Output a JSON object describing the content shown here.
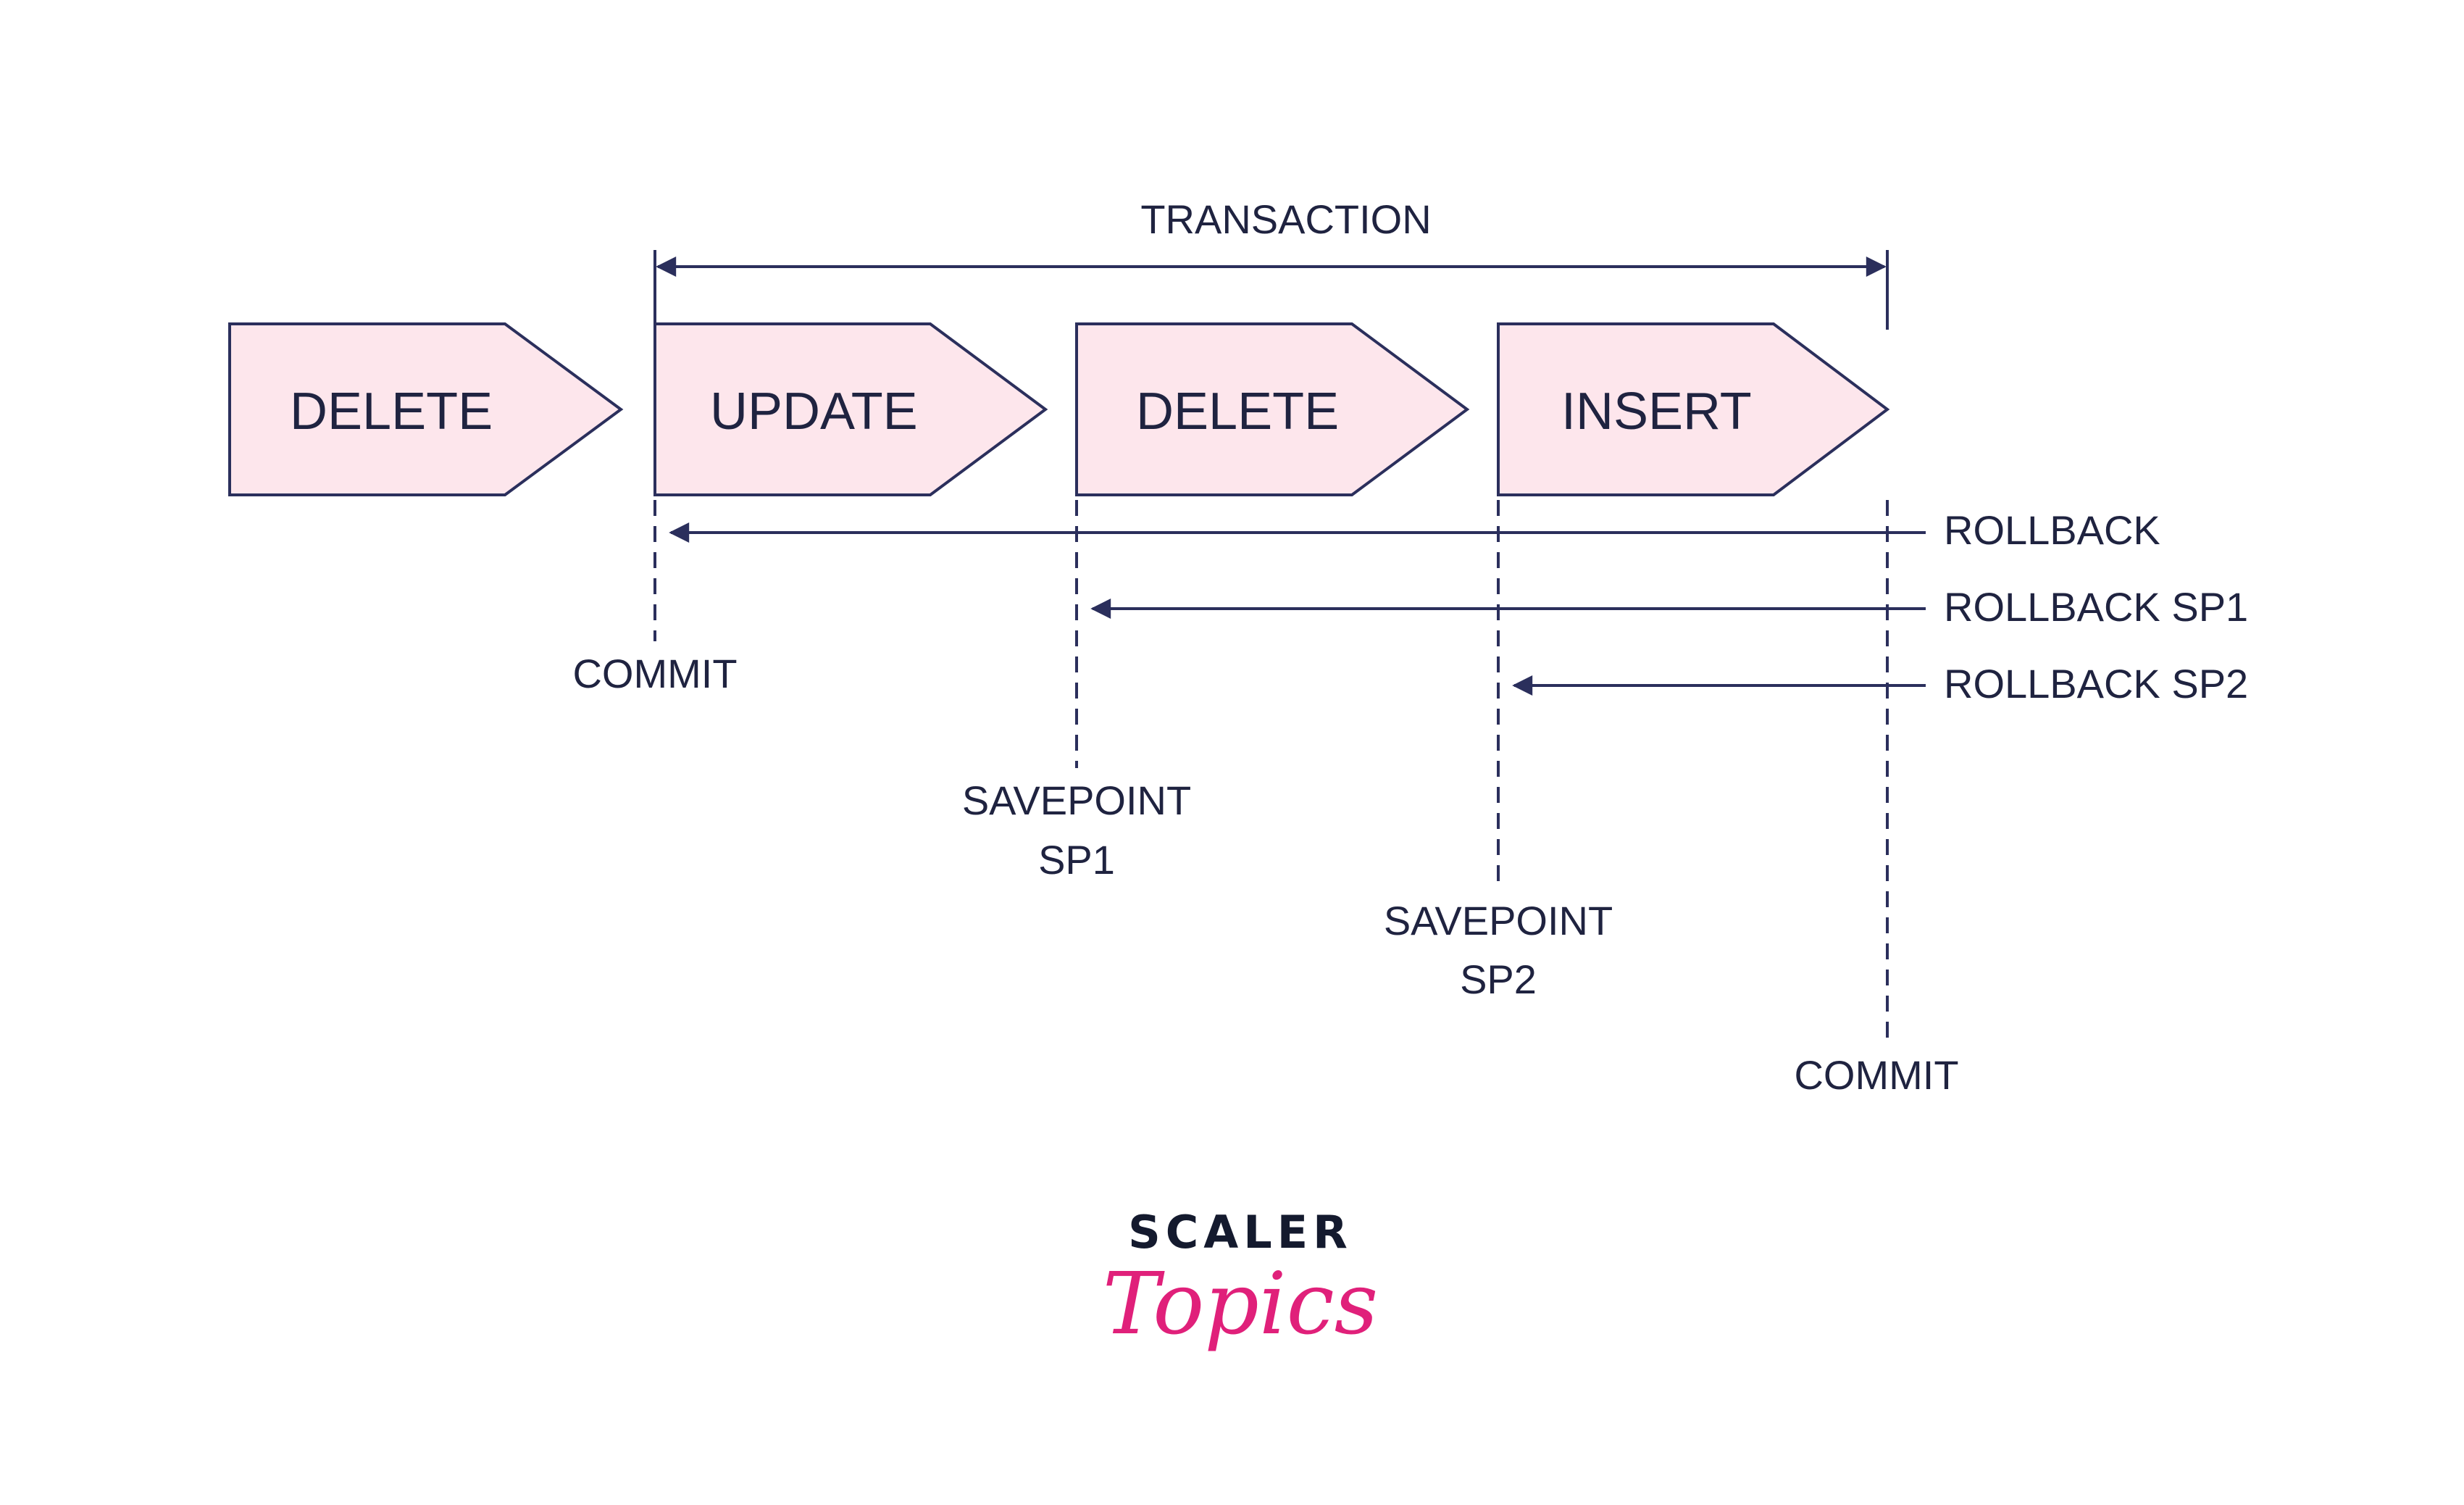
{
  "diagram": {
    "transaction_label": "TRANSACTION",
    "stages": [
      {
        "label": "DELETE"
      },
      {
        "label": "UPDATE"
      },
      {
        "label": "DELETE"
      },
      {
        "label": "INSERT"
      }
    ],
    "markers": {
      "commit_left": "COMMIT",
      "savepoint_sp1": [
        "SAVEPOINT",
        "SP1"
      ],
      "savepoint_sp2": [
        "SAVEPOINT",
        "SP2"
      ],
      "commit_right": "COMMIT"
    },
    "rollbacks": [
      {
        "label": "ROLLBACK"
      },
      {
        "label": "ROLLBACK SP1"
      },
      {
        "label": "ROLLBACK SP2"
      }
    ],
    "colors": {
      "stroke": "#2b2f5c",
      "stage_fill": "#fde6ec",
      "text": "#1f2340"
    }
  },
  "brand": {
    "line1": "SCALER",
    "line2": "Topics",
    "colors": {
      "line1": "#141a2e",
      "line2": "#e0207a"
    }
  }
}
